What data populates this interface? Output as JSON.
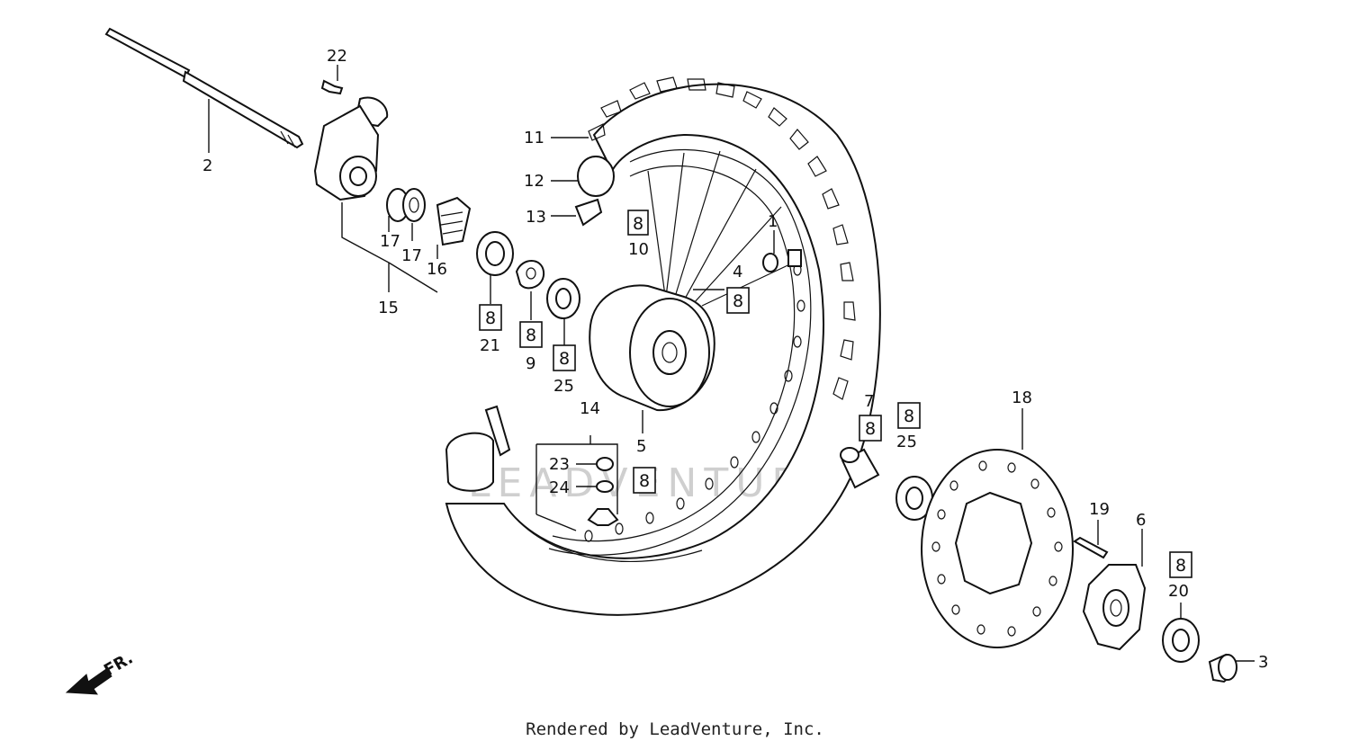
{
  "callouts": {
    "p1": "1",
    "p2": "2",
    "p3": "3",
    "p4": "4",
    "p5": "5",
    "p6": "6",
    "p7": "7",
    "p9": "9",
    "p10": "10",
    "p11": "11",
    "p12": "12",
    "p13": "13",
    "p14": "14",
    "p15": "15",
    "p16": "16",
    "p17a": "17",
    "p17b": "17",
    "p18": "18",
    "p19": "19",
    "p20": "20",
    "p21": "21",
    "p22": "22",
    "p23": "23",
    "p24": "24",
    "p25a": "25",
    "p25b": "25"
  },
  "boxed_tag": "8",
  "direction_label": "FR.",
  "watermark": "LEADVENTURE",
  "footer": "Rendered by LeadVenture, Inc."
}
